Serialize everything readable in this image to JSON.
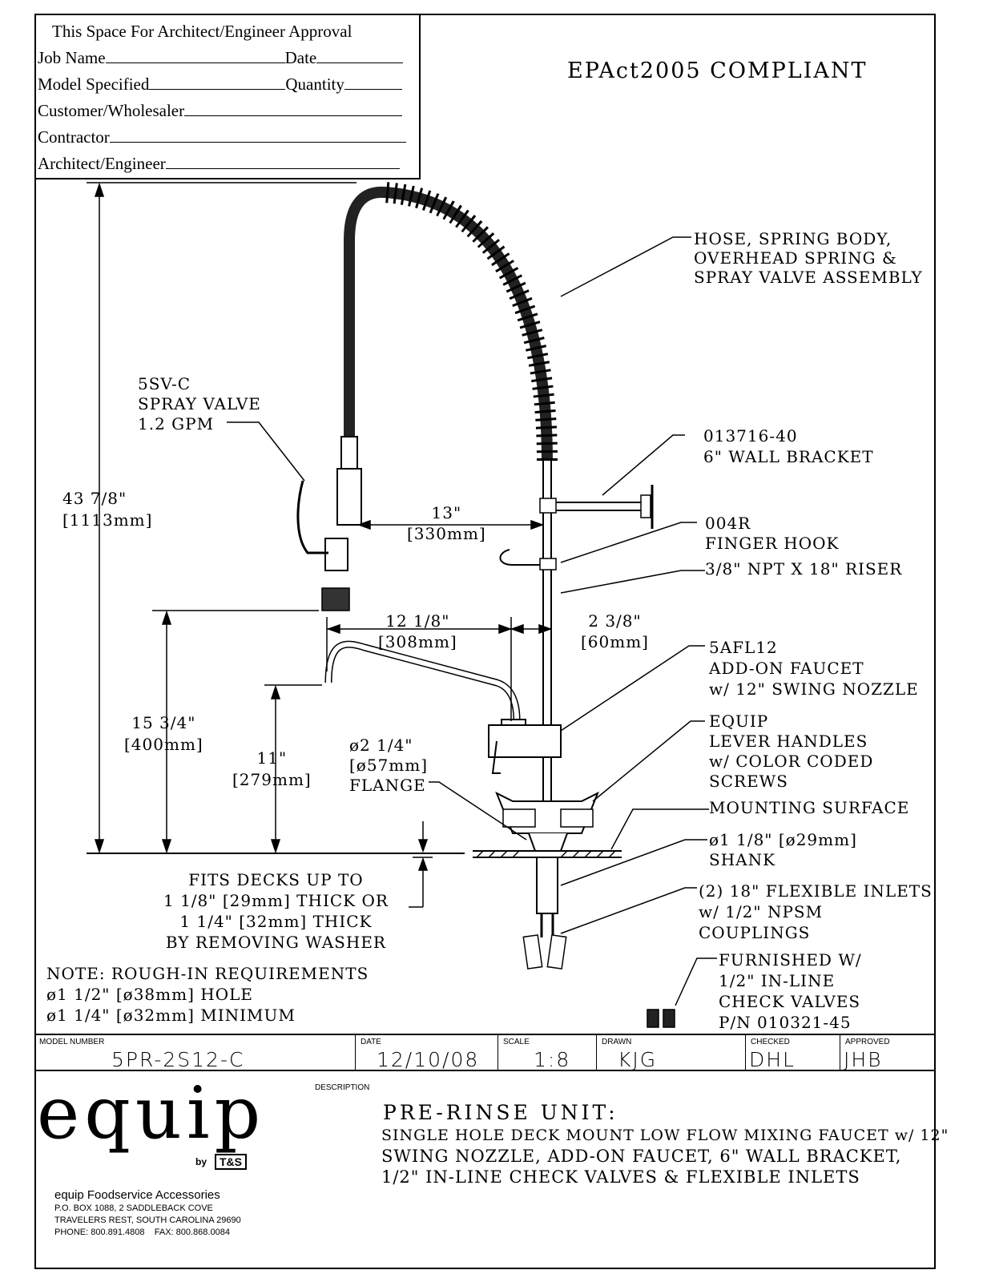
{
  "approval_box": {
    "heading": "This Space For Architect/Engineer Approval",
    "job_name": "Job Name",
    "date": "Date",
    "model_specified": "Model Specified",
    "quantity": "Quantity",
    "customer": "Customer/Wholesaler",
    "contractor": "Contractor",
    "architect": "Architect/Engineer"
  },
  "compliance": "EPAct2005 COMPLIANT",
  "callouts": {
    "hose": [
      "HOSE, SPRING BODY,",
      "OVERHEAD SPRING &",
      "SPRAY VALVE ASSEMBLY"
    ],
    "bracket": [
      "013716-40",
      "6\" WALL BRACKET"
    ],
    "finger_hook": [
      "004R",
      "FINGER HOOK"
    ],
    "riser": "3/8\" NPT X 18\" RISER",
    "add_on": [
      "5AFL12",
      "ADD-ON FAUCET",
      "w/ 12\" SWING NOZZLE"
    ],
    "handles": [
      "EQUIP",
      "LEVER HANDLES",
      "w/ COLOR CODED",
      "SCREWS"
    ],
    "mounting": "MOUNTING SURFACE",
    "shank": [
      "ø1 1/8\" [ø29mm]",
      "SHANK"
    ],
    "inlets": [
      "(2) 18\" FLEXIBLE INLETS",
      "w/ 1/2\" NPSM",
      "COUPLINGS"
    ],
    "check_valves": [
      "FURNISHED W/",
      "1/2\" IN-LINE",
      "CHECK VALVES",
      "P/N 010321-45"
    ],
    "spray_valve": [
      "5SV-C",
      "SPRAY VALVE",
      "1.2 GPM"
    ],
    "flange": [
      "ø2 1/4\"",
      "[ø57mm]",
      "FLANGE"
    ],
    "deck": [
      "FITS DECKS UP TO",
      "1 1/8\" [29mm] THICK OR",
      "1 1/4\" [32mm] THICK",
      "BY REMOVING WASHER"
    ],
    "note": [
      "NOTE: ROUGH-IN REQUIREMENTS",
      "ø1 1/2\" [ø38mm] HOLE",
      "ø1 1/4\" [ø32mm] MINIMUM"
    ]
  },
  "dimensions": {
    "overall": [
      "43 7/8\"",
      "[1113mm]"
    ],
    "reach_13": [
      "13\"",
      "[330mm]"
    ],
    "nozzle_reach": [
      "12 1/8\"",
      "[308mm]"
    ],
    "offset": [
      "2 3/8\"",
      "[60mm]"
    ],
    "nozzle_height": [
      "15 3/4\"",
      "[400mm]"
    ],
    "spout_height": [
      "11\"",
      "[279mm]"
    ]
  },
  "title_block": {
    "model_caption": "MODEL NUMBER",
    "model": "5PR-2S12-C",
    "date_caption": "DATE",
    "date": "12/10/08",
    "scale_caption": "SCALE",
    "scale": "1:8",
    "drawn_caption": "DRAWN",
    "drawn": "KJG",
    "checked_caption": "CHECKED",
    "checked": "DHL",
    "approved_caption": "APPROVED",
    "approved": "JHB",
    "description_caption": "DESCRIPTION",
    "desc_title": "PRE-RINSE UNIT:",
    "desc_lines": [
      "SINGLE HOLE DECK MOUNT LOW FLOW MIXING FAUCET w/ 12\"",
      "SWING NOZZLE, ADD-ON FAUCET, 6\" WALL BRACKET,",
      "1/2\" IN-LINE CHECK VALVES & FLEXIBLE INLETS"
    ]
  },
  "company": {
    "logo_word": "equip",
    "by": "by",
    "ts": "T&S",
    "name": "equip Foodservice Accessories",
    "address1": "P.O. BOX 1088, 2 SADDLEBACK COVE",
    "address2": "TRAVELERS REST, SOUTH CAROLINA 29690",
    "phone": "PHONE: 800.891.4808    FAX: 800.868.0084"
  }
}
